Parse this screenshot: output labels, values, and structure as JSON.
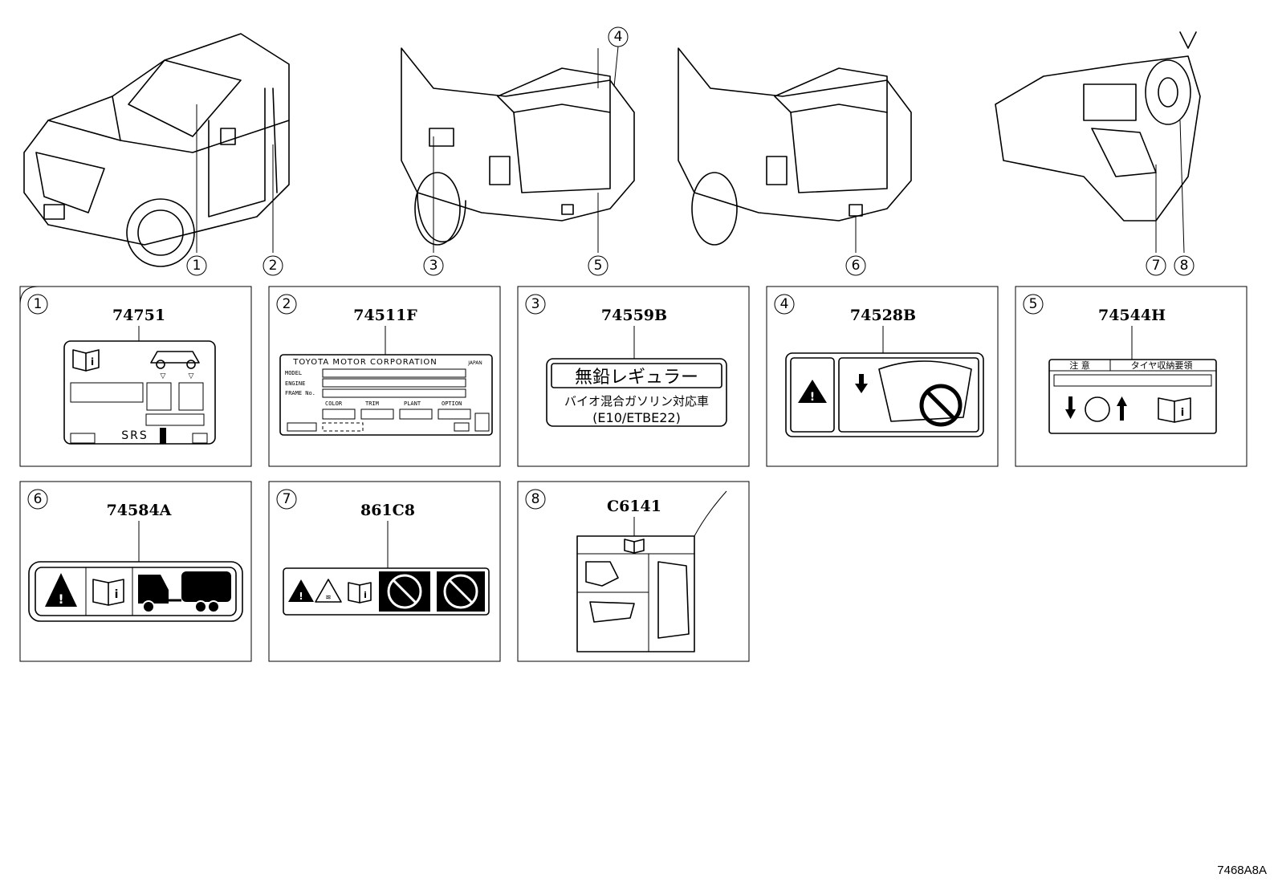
{
  "callouts": [
    "1",
    "2",
    "3",
    "4",
    "5",
    "6",
    "7",
    "8"
  ],
  "panels": [
    {
      "num": "1",
      "part_no": "74751",
      "label": {
        "srs": "SRS"
      }
    },
    {
      "num": "2",
      "part_no": "74511F",
      "label": {
        "maker": "TOYOTA MOTOR CORPORATION",
        "origin": "JAPAN",
        "model": "MODEL",
        "engine": "ENGINE",
        "frame": "FRAME No.",
        "color": "COLOR",
        "trim": "TRIM",
        "plant": "PLANT",
        "option": "OPTION"
      }
    },
    {
      "num": "3",
      "part_no": "74559B",
      "label": {
        "line1": "無鉛レギュラー",
        "line2": "バイオ混合ガソリン対応車",
        "line3": "(E10/ETBE22)"
      }
    },
    {
      "num": "4",
      "part_no": "74528B",
      "label": {}
    },
    {
      "num": "5",
      "part_no": "74544H",
      "label": {
        "caution": "注 意",
        "title": "タイヤ収納要領"
      }
    },
    {
      "num": "6",
      "part_no": "74584A",
      "label": {}
    },
    {
      "num": "7",
      "part_no": "861C8",
      "label": {}
    },
    {
      "num": "8",
      "part_no": "C6141",
      "label": {}
    }
  ],
  "diagram_code": "7468A8A",
  "icons": [
    "manual-icon",
    "warning-triangle-icon",
    "prohibited-icon",
    "hot-surface-icon",
    "vehicle-icon",
    "trailer-icon",
    "arrow-down-icon",
    "arrow-up-icon"
  ]
}
